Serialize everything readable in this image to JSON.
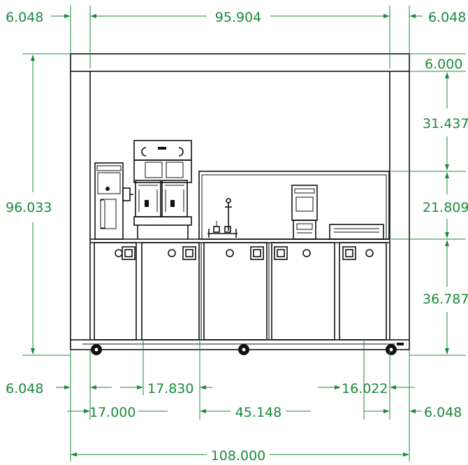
{
  "diagram": {
    "dimensions": {
      "left_offset_top": "6.048",
      "top_width": "95.904",
      "right_offset_top": "6.048",
      "top_rail_height": "6.000",
      "total_height": "96.033",
      "upper_clearance": "31.437",
      "backsplash_height": "21.809",
      "counter_height": "36.787",
      "left_offset_bottom": "6.048",
      "caster_to_divider_1": "17.830",
      "left_cabinet_width": "17.000",
      "center_span": "45.148",
      "right_cabinet_width": "16.022",
      "right_offset_bottom": "6.048",
      "overall_width": "108.000"
    },
    "colors": {
      "dimension": "#1a8a3a",
      "drawing": "#111111"
    }
  }
}
